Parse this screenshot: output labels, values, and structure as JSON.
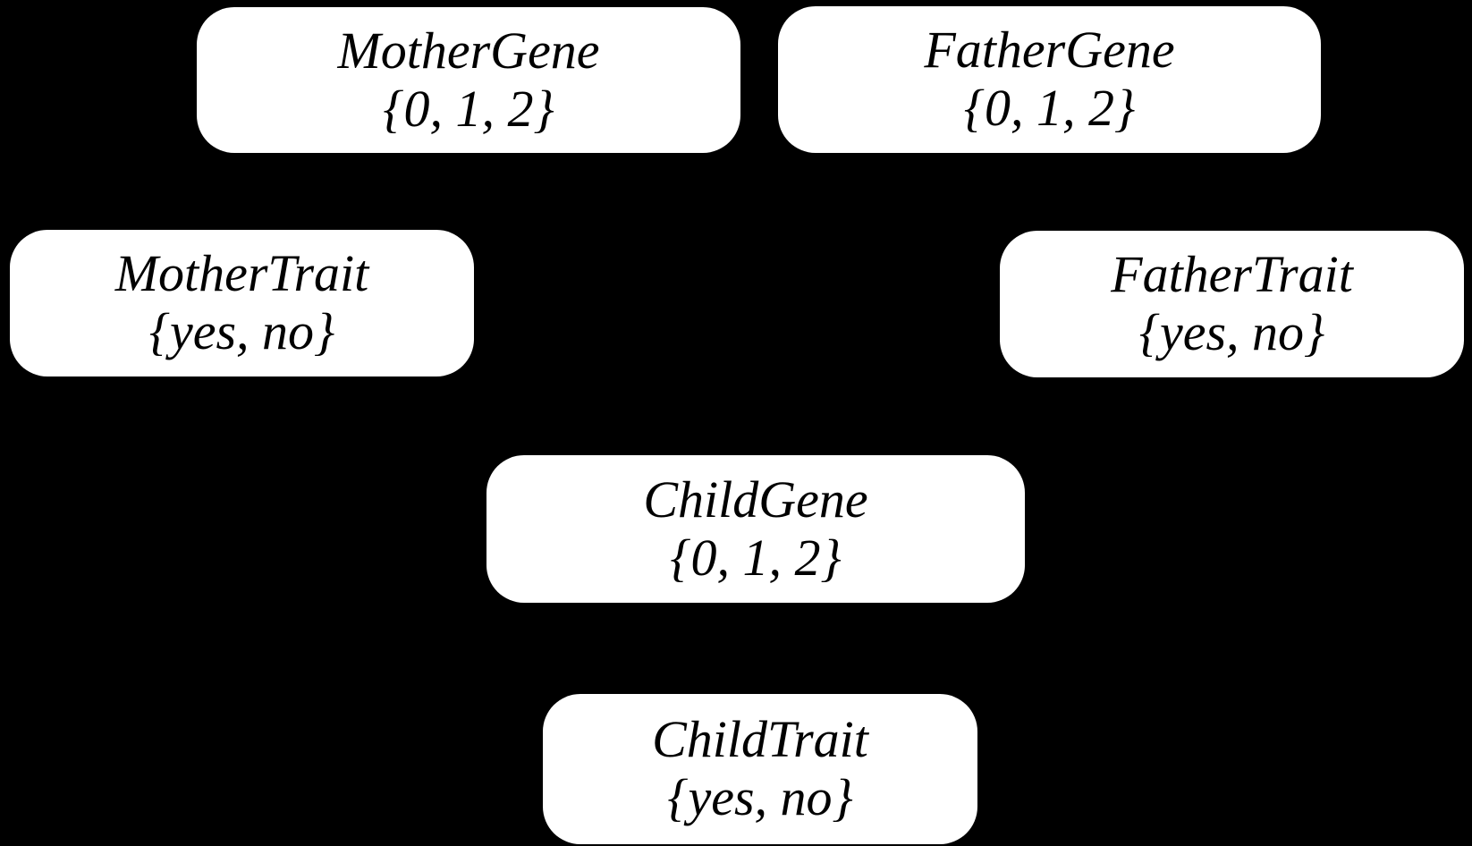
{
  "diagram": {
    "type": "bayesian-network",
    "background_color": "#000000",
    "node_fill_color": "#ffffff",
    "node_text_color": "#000000",
    "edges_visible": false,
    "nodes": [
      {
        "id": "mother-gene",
        "label": "MotherGene",
        "domain": "{0, 1, 2}"
      },
      {
        "id": "father-gene",
        "label": "FatherGene",
        "domain": "{0, 1, 2}"
      },
      {
        "id": "mother-trait",
        "label": "MotherTrait",
        "domain": "{yes, no}"
      },
      {
        "id": "father-trait",
        "label": "FatherTrait",
        "domain": "{yes, no}"
      },
      {
        "id": "child-gene",
        "label": "ChildGene",
        "domain": "{0, 1, 2}"
      },
      {
        "id": "child-trait",
        "label": "ChildTrait",
        "domain": "{yes, no}"
      }
    ]
  }
}
